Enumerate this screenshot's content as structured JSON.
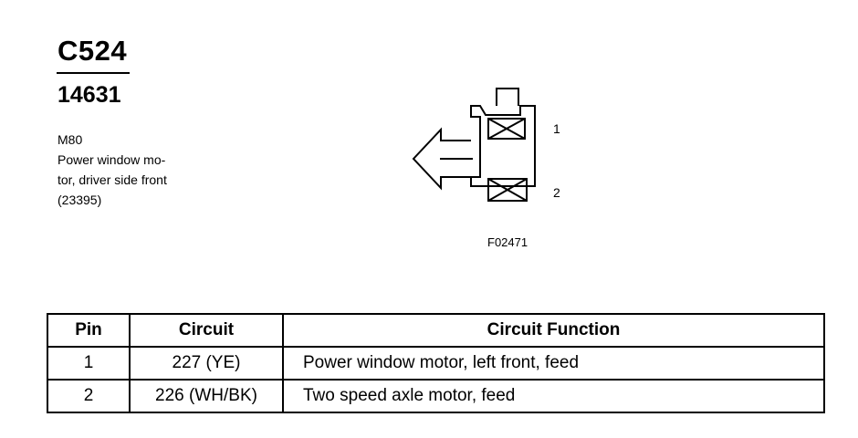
{
  "connector": {
    "id": "C524",
    "part_number": "14631",
    "description_lines": [
      "M80",
      "Power window mo-",
      "tor, driver side front",
      "(23395)"
    ]
  },
  "diagram": {
    "pin_labels": [
      "1",
      "2"
    ],
    "figure_id": "F02471"
  },
  "table": {
    "headers": [
      "Pin",
      "Circuit",
      "Circuit Function"
    ],
    "rows": [
      {
        "pin": "1",
        "circuit": "227 (YE)",
        "function": "Power window motor, left front, feed"
      },
      {
        "pin": "2",
        "circuit": "226 (WH/BK)",
        "function": "Two speed axle motor, feed"
      }
    ]
  }
}
